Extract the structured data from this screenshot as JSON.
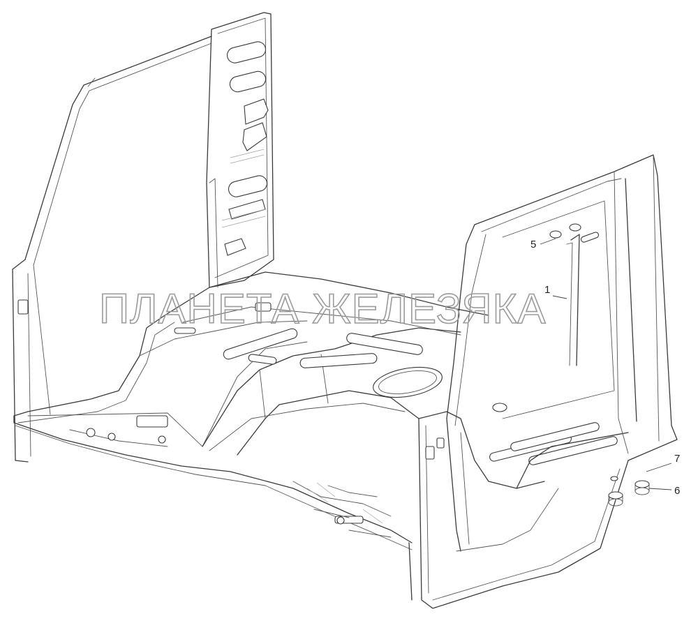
{
  "watermark": "ПЛАНЕТА ЖЕЛЕЗЯКА",
  "callouts": {
    "c1": "1",
    "c5": "5",
    "c6": "6",
    "c7": "7"
  }
}
